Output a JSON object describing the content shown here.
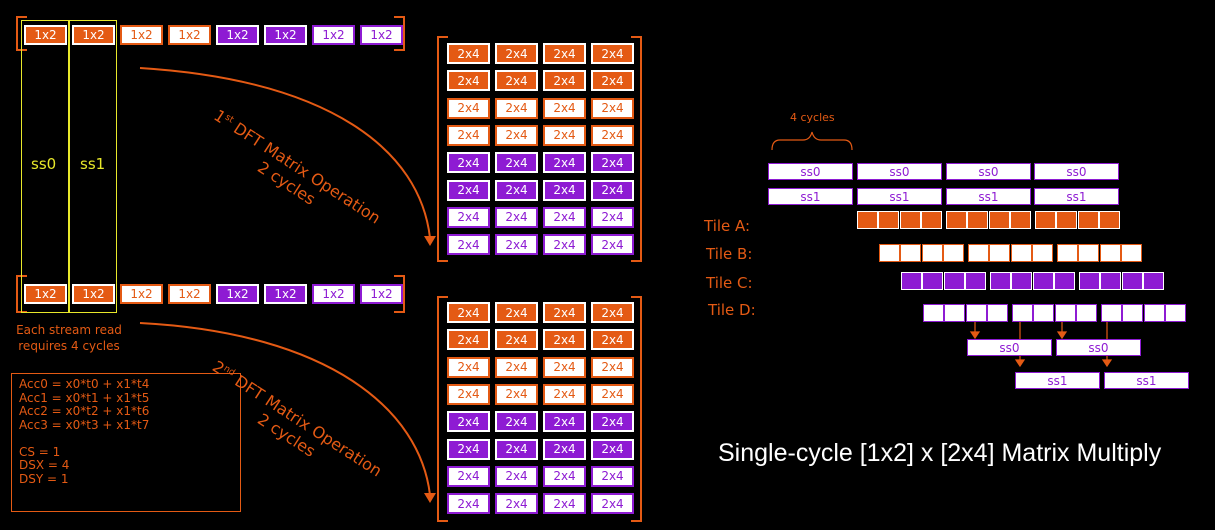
{
  "streams": {
    "top": [
      "1x2",
      "1x2",
      "1x2",
      "1x2",
      "1x2",
      "1x2",
      "1x2",
      "1x2"
    ],
    "bottom": [
      "1x2",
      "1x2",
      "1x2",
      "1x2",
      "1x2",
      "1x2",
      "1x2",
      "1x2"
    ],
    "ss0_label": "ss0",
    "ss1_label": "ss1",
    "read_note": "Each stream read requires 4 cycles"
  },
  "operations": {
    "first_sup": "st",
    "first_num": "1",
    "first_text": "DFT Matrix Operation",
    "first_cycles": "2 cycles",
    "second_sup": "nd",
    "second_num": "2",
    "second_text": "DFT Matrix Operation",
    "second_cycles": "2 cycles"
  },
  "matrix_cell_label": "2x4",
  "matrix_rows": 8,
  "matrix_cols": 4,
  "code_box": {
    "lines": [
      "Acc0 = x0*t0 + x1*t4",
      "Acc1 = x0*t1 + x1*t5",
      "Acc2 = x0*t2 + x1*t6",
      "Acc3 = x0*t3 + x1*t7",
      "",
      "CS = 1",
      "DSX = 4",
      "DSY = 1"
    ]
  },
  "timeline": {
    "cycles_label": "4 cycles",
    "ss0_row": [
      "ss0",
      "ss0",
      "ss0",
      "ss0"
    ],
    "ss1_row": [
      "ss1",
      "ss1",
      "ss1",
      "ss1"
    ],
    "tiles": [
      "Tile A:",
      "Tile B:",
      "Tile C:",
      "Tile D:"
    ],
    "out_ss0": [
      "ss0",
      "ss0"
    ],
    "out_ss1": [
      "ss1",
      "ss1"
    ]
  },
  "title": "Single-cycle [1x2] x [2x4] Matrix Multiply",
  "colors": {
    "orange": "#e45a14",
    "purple": "#8e1bd3",
    "yellow": "#e8e82a",
    "white": "#ffffff",
    "background": "#000000"
  }
}
